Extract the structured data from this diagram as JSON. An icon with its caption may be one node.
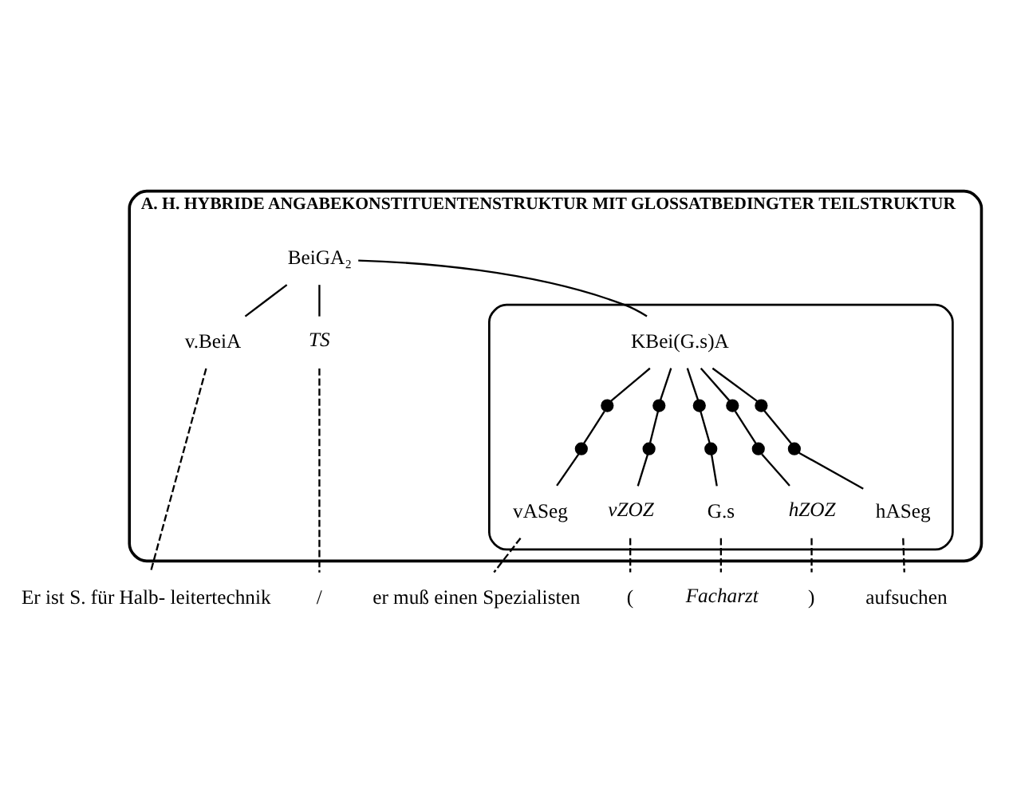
{
  "diagram": {
    "nodes": [
      {
        "text": [
          "A. H. HYBRIDE ANGABEKONSTITUENTENSTRUKTUR MIT GLOSSATBEDINGTER TEILSTRUKTUR"
        ]
      },
      {
        "text": [
          "BeiGA₂"
        ],
        "in": 0
      },
      {
        "text": [
          "v.BeiA"
        ],
        "in": 0
      },
      {
        "text": [
          "TS"
        ],
        "in": 0
      },
      {
        "text": [],
        "shape": "box",
        "in": 0
      },
      {
        "text": [
          "KBei(G.s)A"
        ],
        "in": 4
      },
      {
        "text": [],
        "shape": "circle",
        "in": 4
      },
      {
        "text": [],
        "shape": "circle",
        "in": 4
      },
      {
        "text": [],
        "shape": "circle",
        "in": 4
      },
      {
        "text": [],
        "shape": "circle",
        "in": 4
      },
      {
        "text": [],
        "shape": "circle",
        "in": 4
      },
      {
        "text": [],
        "shape": "circle",
        "in": 4
      },
      {
        "text": [],
        "shape": "circle",
        "in": 4
      },
      {
        "text": [],
        "shape": "circle",
        "in": 4
      },
      {
        "text": [],
        "shape": "circle",
        "in": 4
      },
      {
        "text": [],
        "shape": "circle",
        "in": 4
      },
      {
        "text": [
          "vASeg"
        ],
        "in": 4
      },
      {
        "text": [
          "vZOZ"
        ],
        "in": 4
      },
      {
        "text": [
          "G.s"
        ],
        "in": 4
      },
      {
        "text": [
          "hZOZ"
        ],
        "in": 4
      },
      {
        "text": [
          "hASeg"
        ],
        "in": 4
      },
      {
        "text": [
          "Er ist S. für Halb- leitertechnik"
        ]
      },
      {
        "text": [
          "/"
        ]
      },
      {
        "text": [
          "er muß einen Spezialisten"
        ]
      },
      {
        "text": [
          "("
        ]
      },
      {
        "text": [
          "Facharzt"
        ]
      },
      {
        "text": [
          ")"
        ]
      },
      {
        "text": [
          "aufsuchen"
        ]
      }
    ],
    "edges": [
      {
        "from": 1,
        "to": 2,
        "arrow": "none"
      },
      {
        "from": 1,
        "to": 3,
        "arrow": "none"
      },
      {
        "from": 1,
        "to": 5,
        "arrow": "none"
      },
      {
        "from": 5,
        "to": 6,
        "arrow": "none"
      },
      {
        "from": 6,
        "to": 7,
        "arrow": "none"
      },
      {
        "from": 7,
        "to": 16,
        "arrow": "none"
      },
      {
        "from": 5,
        "to": 8,
        "arrow": "none"
      },
      {
        "from": 8,
        "to": 9,
        "arrow": "none"
      },
      {
        "from": 9,
        "to": 17,
        "arrow": "none"
      },
      {
        "from": 5,
        "to": 10,
        "arrow": "none"
      },
      {
        "from": 10,
        "to": 11,
        "arrow": "none"
      },
      {
        "from": 11,
        "to": 18,
        "arrow": "none"
      },
      {
        "from": 5,
        "to": 12,
        "arrow": "none"
      },
      {
        "from": 12,
        "to": 13,
        "arrow": "none"
      },
      {
        "from": 13,
        "to": 19,
        "arrow": "none"
      },
      {
        "from": 5,
        "to": 14,
        "arrow": "none"
      },
      {
        "from": 14,
        "to": 15,
        "arrow": "none"
      },
      {
        "from": 15,
        "to": 20,
        "arrow": "none"
      },
      {
        "from": 2,
        "to": 21,
        "arrow": "none",
        "style": "dashed"
      },
      {
        "from": 3,
        "to": 22,
        "arrow": "none",
        "style": "dashed"
      },
      {
        "from": 16,
        "to": 23,
        "arrow": "none",
        "style": "dashed"
      },
      {
        "from": 17,
        "to": 24,
        "arrow": "none",
        "style": "dashed"
      },
      {
        "from": 18,
        "to": 25,
        "arrow": "none",
        "style": "dashed"
      },
      {
        "from": 19,
        "to": 26,
        "arrow": "none",
        "style": "dashed"
      },
      {
        "from": 20,
        "to": 27,
        "arrow": "none",
        "style": "dashed"
      }
    ]
  }
}
